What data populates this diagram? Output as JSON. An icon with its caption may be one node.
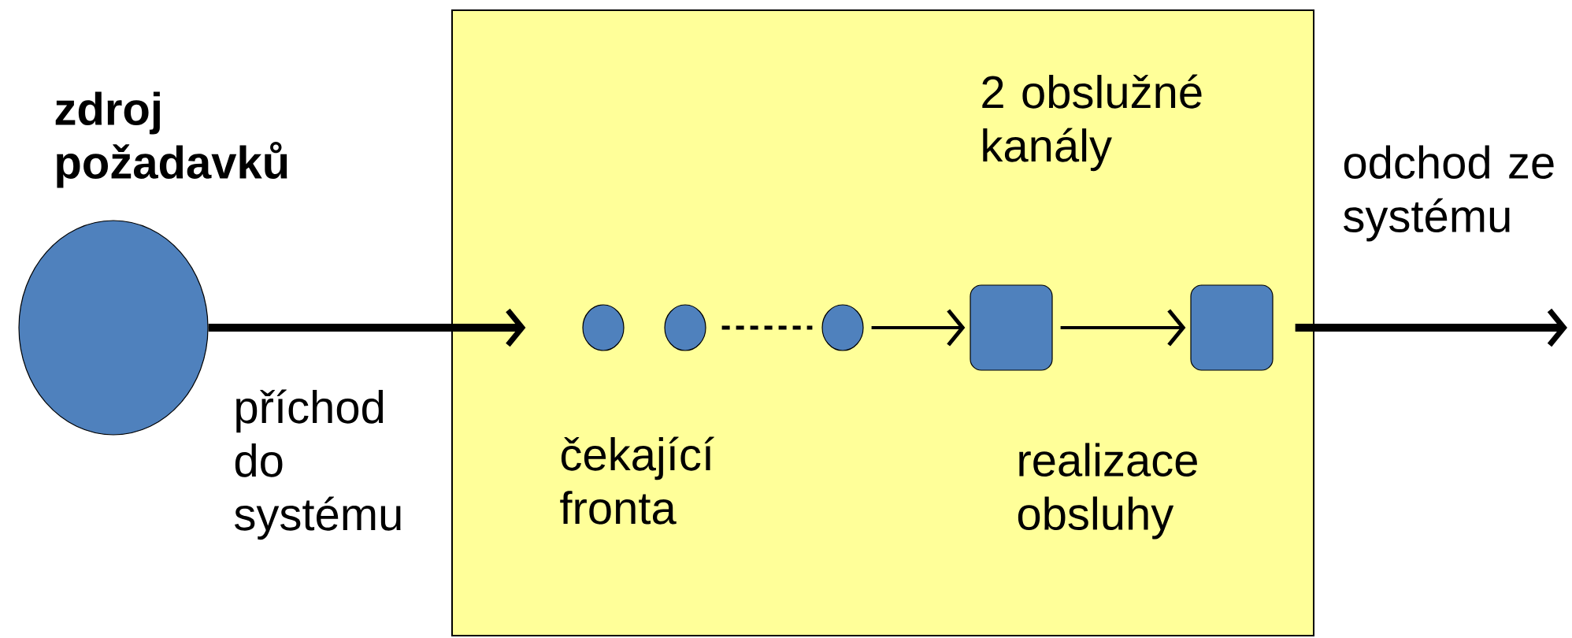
{
  "diagram": {
    "nodes": [
      {
        "text": [
          "zdroj požadavků"
        ]
      },
      {
        "text": [],
        "shape": "box"
      },
      {
        "text": [],
        "shape": "circle",
        "in": 1
      },
      {
        "text": [],
        "shape": "circle",
        "in": 1
      },
      {
        "text": [],
        "shape": "circle",
        "in": 1
      },
      {
        "text": [],
        "shape": "box",
        "in": 1
      },
      {
        "text": [],
        "shape": "box",
        "in": 1
      }
    ],
    "edges": [
      {
        "from": 0,
        "to": 2,
        "arrow": "to",
        "style": "thick",
        "label": "příchod do systému"
      },
      {
        "from": 3,
        "to": 4,
        "arrow": "none",
        "style": "dashed"
      },
      {
        "from": 4,
        "to": 5,
        "arrow": "to"
      },
      {
        "from": 5,
        "to": 6,
        "arrow": "to"
      },
      {
        "from": 6,
        "to": null,
        "arrow": "to",
        "style": "thick",
        "label": "odchod ze systému"
      }
    ],
    "labels": [
      "2 obslužné kanály",
      "čekající fronta",
      "realizace obsluhy"
    ]
  }
}
